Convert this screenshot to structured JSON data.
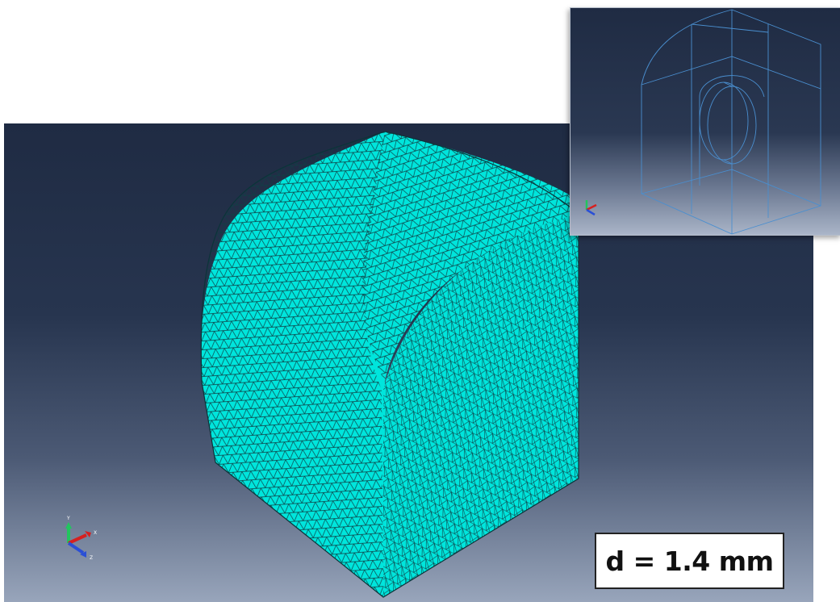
{
  "main_viewport": {
    "mesh_color": "#00e5dc",
    "mesh_line_color": "#0f3f45",
    "background_top": "#1f2b43",
    "background_bottom": "#98a5bb",
    "triad_labels": {
      "y": "Y",
      "x": "X",
      "z": "Z"
    }
  },
  "inset_viewport": {
    "wireframe_color": "#4a8fd0"
  },
  "dimension_label": {
    "text": "d = 1.4 mm"
  }
}
